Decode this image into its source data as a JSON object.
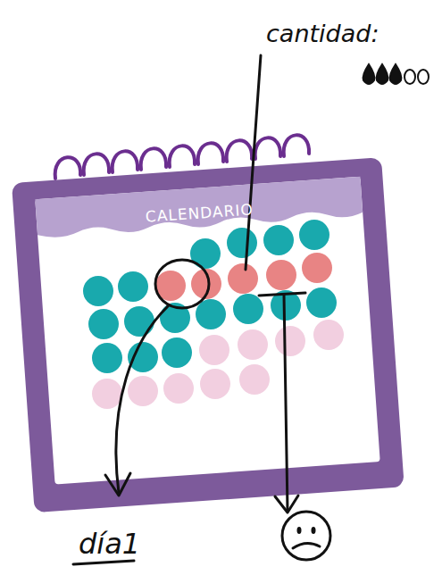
{
  "diagram": {
    "nodes": [
      {
        "text": [
          "CALENDARIO"
        ]
      }
    ],
    "labels": [
      "cantidad:",
      "día1"
    ]
  }
}
